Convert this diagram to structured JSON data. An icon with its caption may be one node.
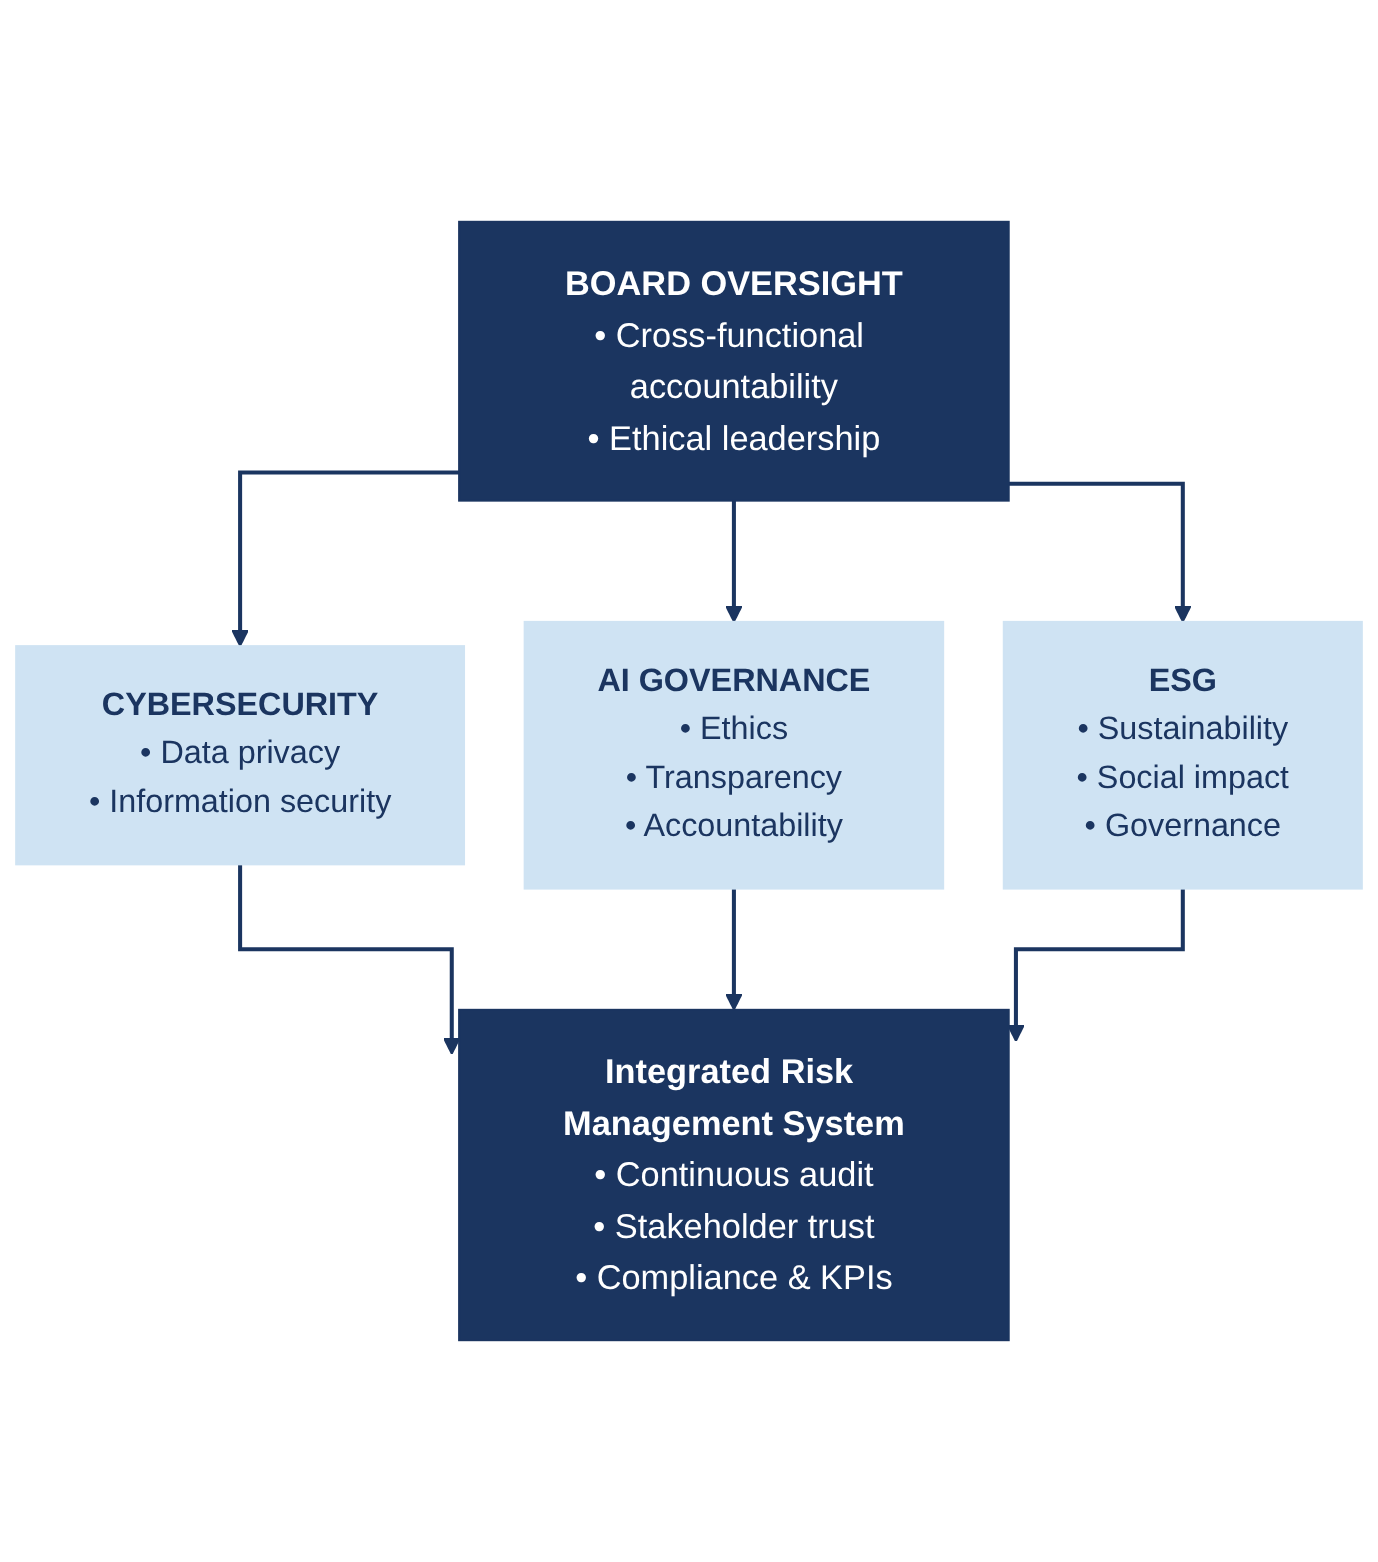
{
  "diagram": {
    "nodes": [
      {
        "text": [
          "BOARD OVERSIGHT",
          "• Cross-functional accountability",
          "• Ethical leadership"
        ]
      },
      {
        "text": [
          "CYBERSECURITY",
          "• Data privacy",
          "• Information security"
        ]
      },
      {
        "text": [
          "AI GOVERNANCE",
          "• Ethics",
          "• Transparency",
          "• Accountability"
        ]
      },
      {
        "text": [
          "ESG",
          "• Sustainability",
          "• Social impact",
          "• Governance"
        ]
      },
      {
        "text": [
          "Integrated Risk Management System",
          "• Continuous audit",
          "• Stakeholder trust",
          "• Compliance & KPIs"
        ]
      }
    ],
    "edges": [
      {
        "from": 0,
        "to": 1,
        "arrow": "to"
      },
      {
        "from": 0,
        "to": 2,
        "arrow": "to"
      },
      {
        "from": 0,
        "to": 3,
        "arrow": "to"
      },
      {
        "from": 1,
        "to": 4,
        "arrow": "to"
      },
      {
        "from": 2,
        "to": 4,
        "arrow": "to"
      },
      {
        "from": 3,
        "to": 4,
        "arrow": "to"
      }
    ]
  }
}
